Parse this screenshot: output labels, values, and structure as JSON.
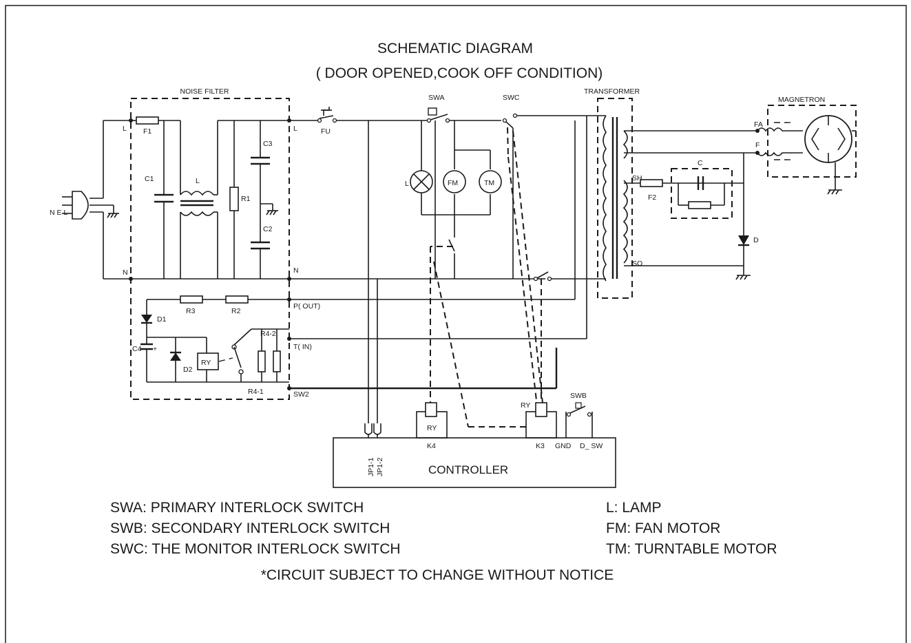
{
  "title": "SCHEMATIC DIAGRAM",
  "subtitle": "( DOOR OPENED,COOK OFF CONDITION)",
  "labels": {
    "noise_filter": "NOISE FILTER",
    "transformer": "TRANSFORMER",
    "magnetron": "MAGNETRON",
    "swa": "SWA",
    "swc": "SWC",
    "swb": "SWB",
    "fu": "FU",
    "l_in": "L",
    "n_in": "N",
    "l_out": "L",
    "n_out": "N",
    "plug": "N E L",
    "f1": "F1",
    "c1": "C1",
    "choke": "L",
    "r1": "R1",
    "c3": "C3",
    "c2": "C2",
    "lamp": "L",
    "fm": "FM",
    "tm": "TM",
    "fa": "FA",
    "f": "F",
    "sh": "SH",
    "so": "SO",
    "f2": "F2",
    "cap_c": "C",
    "diode_d": "D",
    "p_out": "P( OUT)",
    "t_in": "T( IN)",
    "sw2": "SW2",
    "r3": "R3",
    "r2": "R2",
    "d1": "D1",
    "c4": "C4",
    "d2": "D2",
    "ry_filter": "RY",
    "r4_2": "R4-2",
    "r4_1": "R4-1",
    "ry_k4": "RY",
    "ry_k3": "RY",
    "k4": "K4",
    "k3": "K3",
    "gnd": "GND",
    "d_sw": "D_ SW",
    "jp1_1": "JP1-1",
    "jp1_2": "JP1-2",
    "controller": "CONTROLLER"
  },
  "legend": {
    "swa": "SWA: PRIMARY INTERLOCK SWITCH",
    "swb": "SWB: SECONDARY INTERLOCK SWITCH",
    "swc": "SWC: THE MONITOR INTERLOCK SWITCH",
    "lamp": "L: LAMP",
    "fm": "FM: FAN MOTOR",
    "tm": "TM: TURNTABLE MOTOR"
  },
  "notice": "*CIRCUIT SUBJECT TO CHANGE WITHOUT NOTICE"
}
